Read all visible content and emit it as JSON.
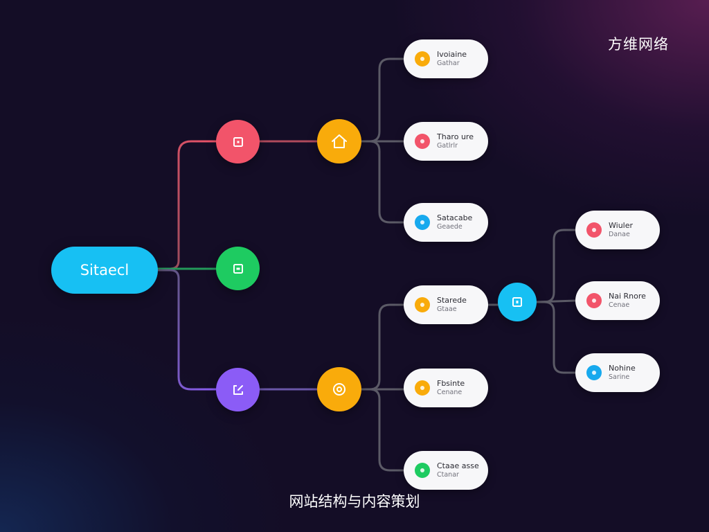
{
  "brand": "方维网络",
  "caption": "网站结构与内容策划",
  "root": {
    "label": "Sitaecl",
    "color": "#17c0f3"
  },
  "hubs": [
    {
      "id": "hub-red",
      "color": "#f2546a",
      "icon": "square-outline-icon"
    },
    {
      "id": "hub-green",
      "color": "#1ecb61",
      "icon": "square-outline-icon"
    },
    {
      "id": "hub-purple",
      "color": "#8b5cf6",
      "icon": "edit-icon"
    },
    {
      "id": "hub-orange-top",
      "color": "#f9ab0b",
      "icon": "home-icon"
    },
    {
      "id": "hub-orange-bottom",
      "color": "#f9ab0b",
      "icon": "circle-target-icon"
    },
    {
      "id": "hub-blue",
      "color": "#17c0f3",
      "icon": "square-outline-icon"
    }
  ],
  "leaves": [
    {
      "title": "Ivoiaine",
      "subtitle": "Gathar",
      "dot": "#f9ab0b"
    },
    {
      "title": "Tharo ure",
      "subtitle": "Gatlrlr",
      "dot": "#f2546a"
    },
    {
      "title": "Satacabe",
      "subtitle": "Geaede",
      "dot": "#17a9ee"
    },
    {
      "title": "Starede",
      "subtitle": "Gtaae",
      "dot": "#f9ab0b"
    },
    {
      "title": "Fbsinte",
      "subtitle": "Cenane",
      "dot": "#f9ab0b"
    },
    {
      "title": "Ctaae asse",
      "subtitle": "Ctanar",
      "dot": "#1ecb61"
    },
    {
      "title": "Wiuler",
      "subtitle": "Danae",
      "dot": "#f2546a"
    },
    {
      "title": "Nai Rnore",
      "subtitle": "Cenae",
      "dot": "#f2546a"
    },
    {
      "title": "Nohine",
      "subtitle": "Sarine",
      "dot": "#17a9ee"
    }
  ]
}
